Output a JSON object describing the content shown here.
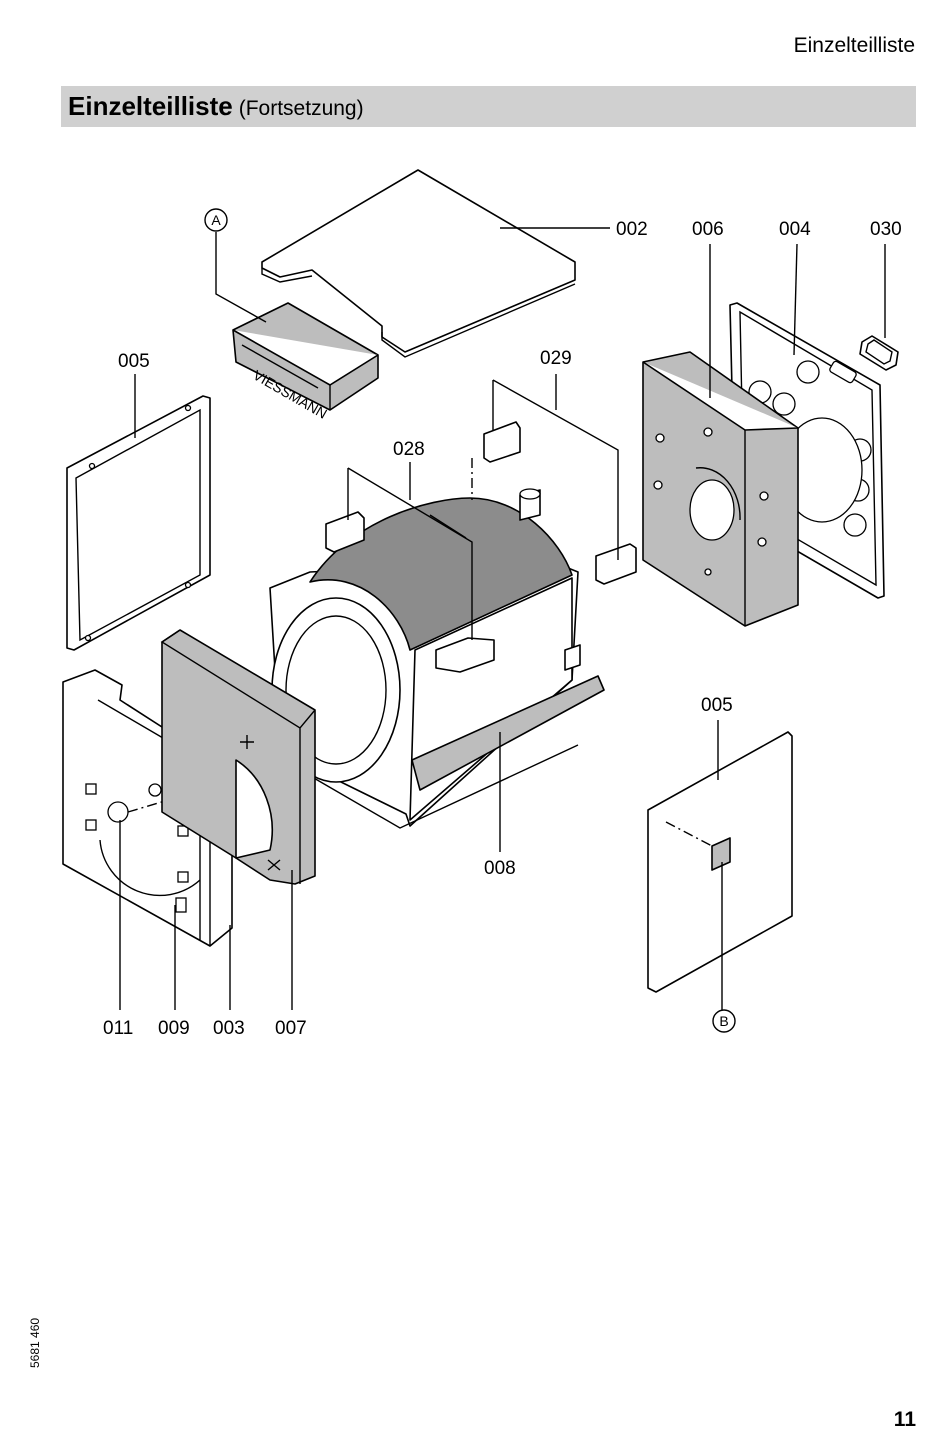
{
  "header": {
    "running_title": "Einzelteilliste",
    "section_title": "Einzelteilliste",
    "section_subtitle": "(Fortsetzung)"
  },
  "diagram": {
    "callouts": {
      "c002": "002",
      "c006": "006",
      "c004": "004",
      "c030": "030",
      "c005_left": "005",
      "c029": "029",
      "c028": "028",
      "c005_right": "005",
      "c008": "008",
      "c011": "011",
      "c009": "009",
      "c003": "003",
      "c007": "007",
      "marker_a": "A",
      "marker_b": "B"
    },
    "logo_text": "VIESSMANN"
  },
  "footer": {
    "doc_number": "5681 460",
    "page_number": "11"
  }
}
